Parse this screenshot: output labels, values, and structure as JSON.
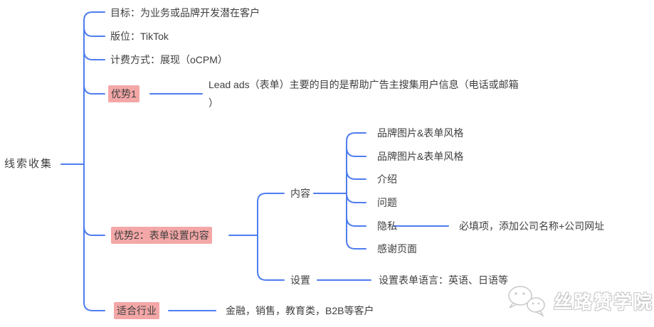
{
  "colors": {
    "connector_blue": "#4e7df0",
    "text_gray": "#3f3f3f",
    "highlight_pink": "#f4a7a7",
    "watermark_gray": "#c8c8c8",
    "background": "#ffffff"
  },
  "root": {
    "label": "线索收集"
  },
  "branches": {
    "goal": {
      "label": "目标：为业务或品牌开发潜在客户"
    },
    "placement": {
      "label": "版位：TikTok"
    },
    "billing": {
      "label": "计费方式：展现（oCPM）"
    },
    "advantage1": {
      "label": "优势1",
      "highlighted": true,
      "note_line1": "Lead ads（表单）主要的目的是帮助广告主搜集用户信息（电话或邮箱",
      "note_line2": "）"
    },
    "advantage2": {
      "label": "优势2：表单设置内容",
      "highlighted": true,
      "children": {
        "content": {
          "label": "内容",
          "items": [
            "品牌图片&表单风格",
            "品牌图片&表单风格",
            "介绍",
            "问题",
            "隐私",
            "感谢页面"
          ],
          "privacy_note": "必填项，添加公司名称+公司网址"
        },
        "settings": {
          "label": "设置",
          "note": "设置表单语言：英语、日语等"
        }
      }
    },
    "industry": {
      "label": "适合行业",
      "highlighted": true,
      "note": "金融，销售，教育类，B2B等客户"
    }
  },
  "watermark": {
    "label": "丝路赞学院",
    "icon": "chat-bubbles-icon"
  }
}
